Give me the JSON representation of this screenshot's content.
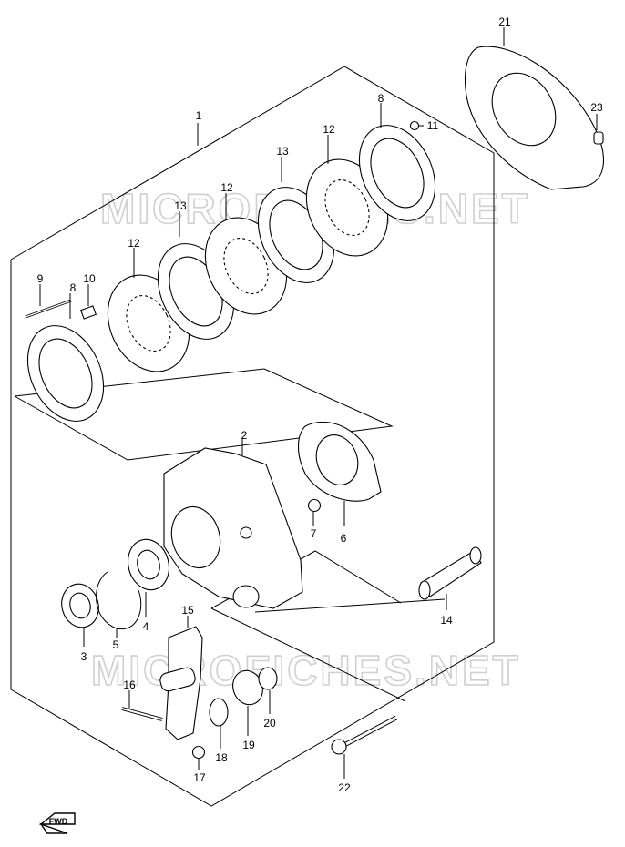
{
  "watermarks": [
    "MICROFICHES.NET",
    "MICROFICHES.NET"
  ],
  "fwd_label": "FWD",
  "callouts": {
    "p1": "1",
    "p2": "2",
    "p3": "3",
    "p4": "4",
    "p5": "5",
    "p6": "6",
    "p7": "7",
    "p8a": "8",
    "p8b": "8",
    "p9": "9",
    "p10": "10",
    "p11": "11",
    "p12a": "12",
    "p12b": "12",
    "p12c": "12",
    "p13a": "13",
    "p13b": "13",
    "p14": "14",
    "p15": "15",
    "p16": "16",
    "p17": "17",
    "p18": "18",
    "p19": "19",
    "p20": "20",
    "p21": "21",
    "p22": "22",
    "p23": "23"
  }
}
